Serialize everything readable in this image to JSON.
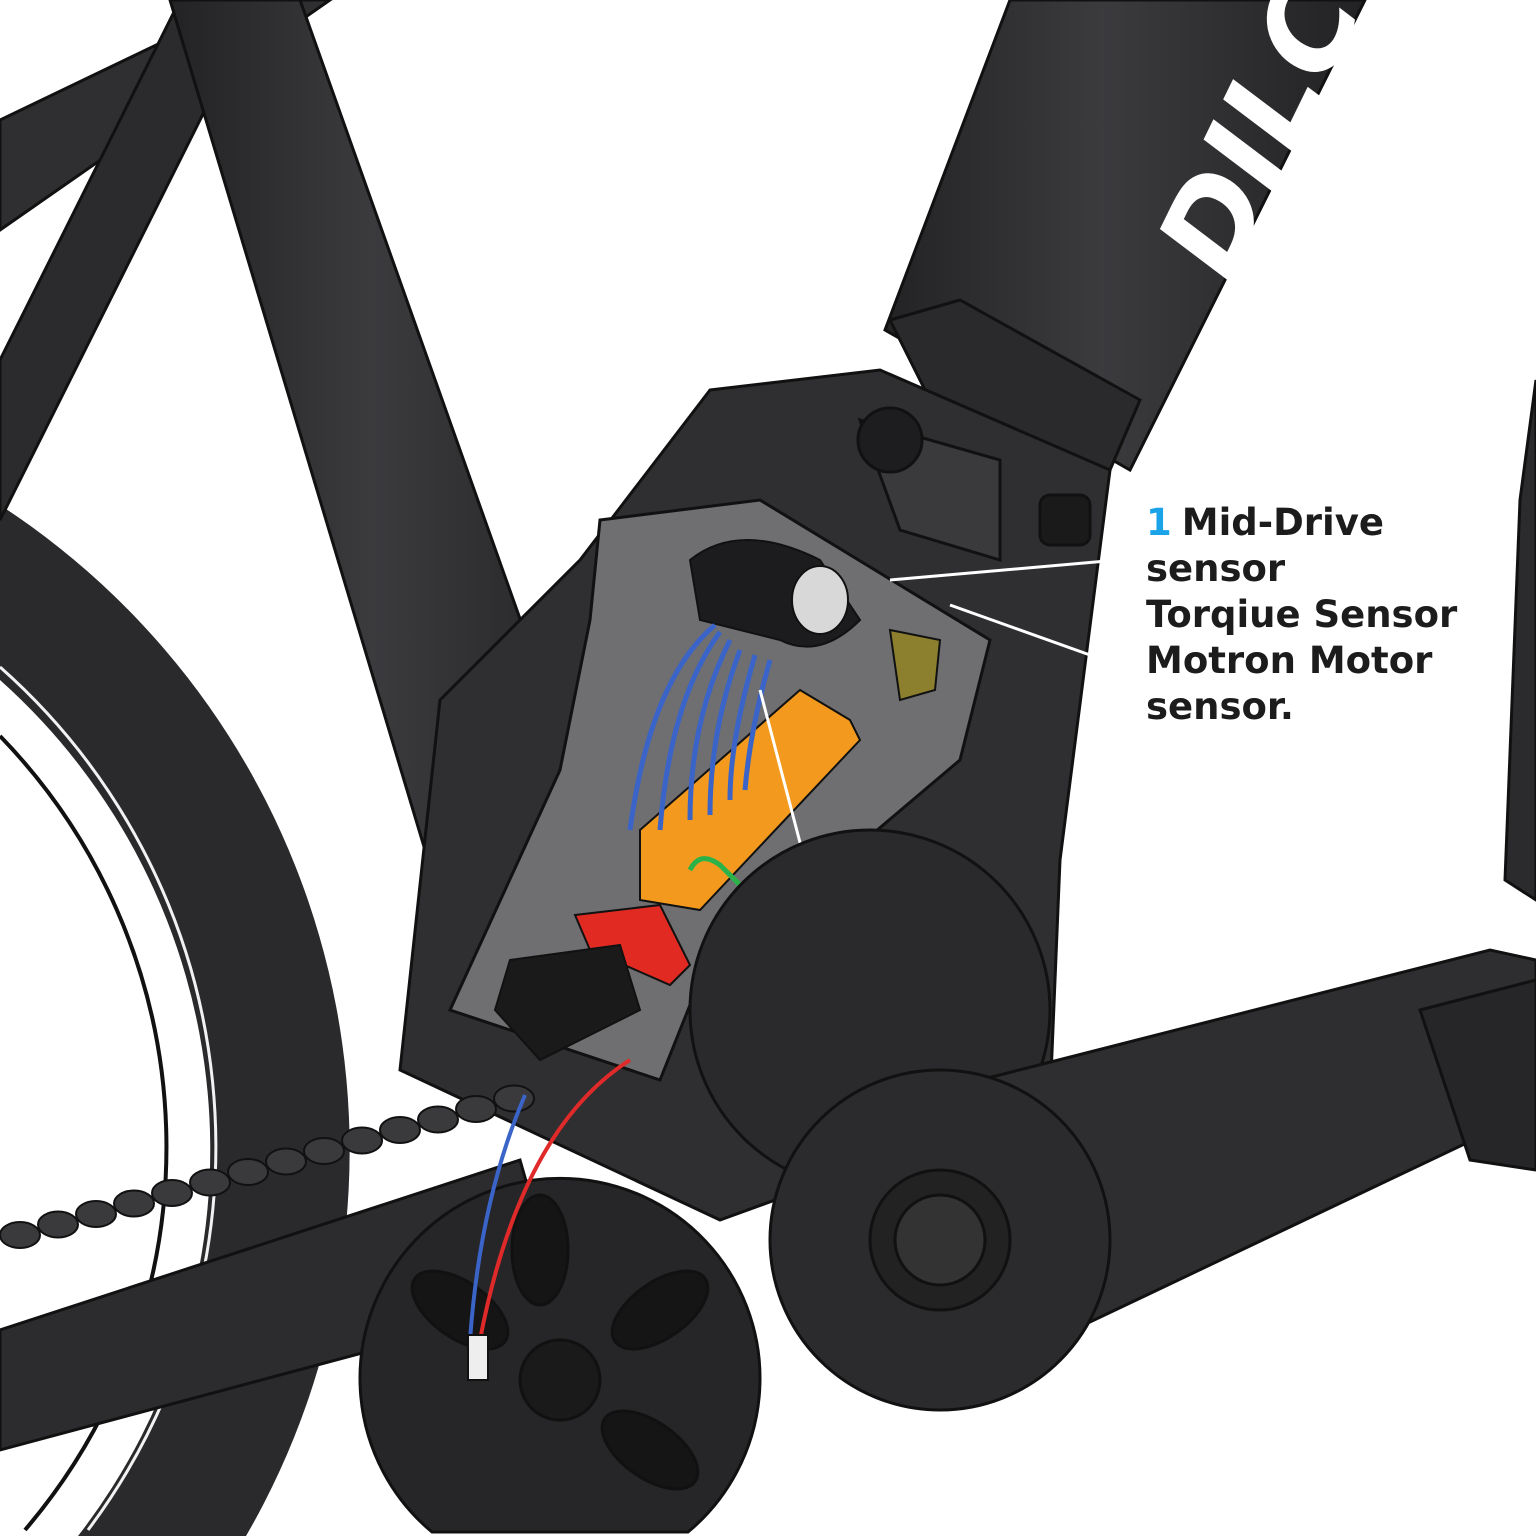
{
  "callout": {
    "number": "1",
    "lines": [
      "Mid-Drive",
      "sensor",
      "Torqiue Sensor",
      "Motron Motor",
      "sensor."
    ]
  },
  "logo": {
    "text": "DILC"
  },
  "colors": {
    "frame": "#2e2e30",
    "frame_dark": "#1e1e20",
    "panel": "#6f6f72",
    "board": "#f39a1e",
    "wire_blue": "#3a64c8",
    "wire_red": "#e02a2a",
    "component_red": "#e12b22",
    "sensor_olive": "#8c7f2e",
    "number_accent": "#1aa3e8"
  }
}
